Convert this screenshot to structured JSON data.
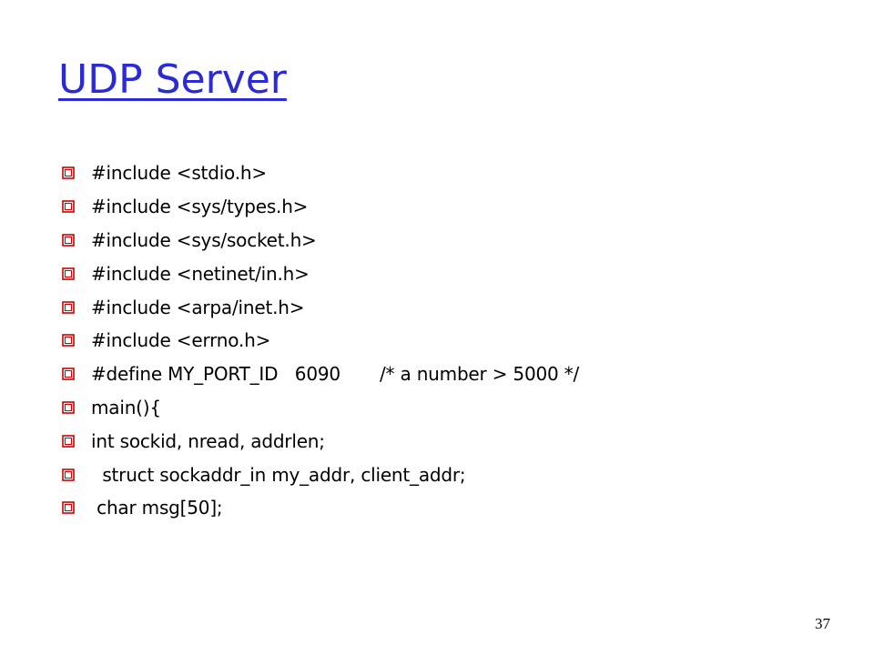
{
  "slide": {
    "title": "UDP Server",
    "bullet_color": "#cc0000",
    "title_color": "#2a2ad6",
    "bullet_icon": "checkbox-square-icon",
    "bullets": [
      "#include <stdio.h>",
      "#include <sys/types.h>",
      "#include <sys/socket.h>",
      "#include <netinet/in.h>",
      "#include <arpa/inet.h>",
      "#include <errno.h>",
      "#define MY_PORT_ID   6090       /* a number > 5000 */",
      "main(){",
      "int sockid, nread, addrlen;",
      "  struct sockaddr_in my_addr, client_addr;",
      " char msg[50];"
    ],
    "page_number": "37"
  }
}
